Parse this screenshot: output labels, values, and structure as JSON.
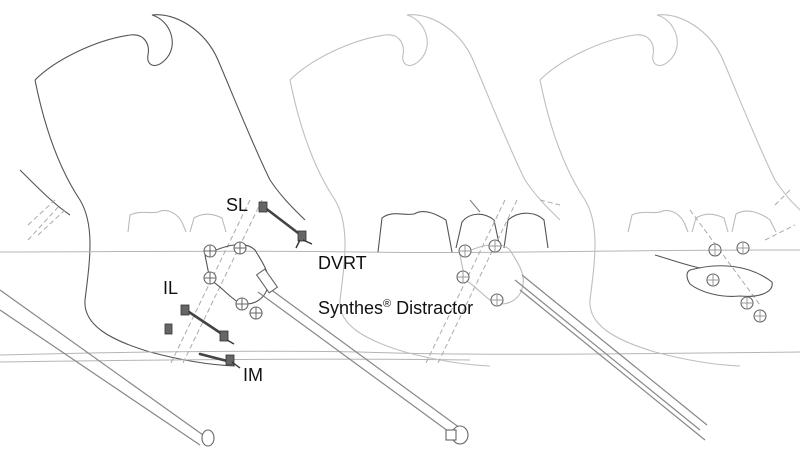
{
  "labels": {
    "sl": "SL",
    "dvrt": "DVRT",
    "il": "IL",
    "im": "IM",
    "distractor_name": "Synthes",
    "distractor_mark": "®",
    "distractor_suffix": " Distractor"
  },
  "colors": {
    "outline_primary": "#555555",
    "outline_faded": "#bbbbbb",
    "sensor": "#444444",
    "text": "#111111"
  }
}
